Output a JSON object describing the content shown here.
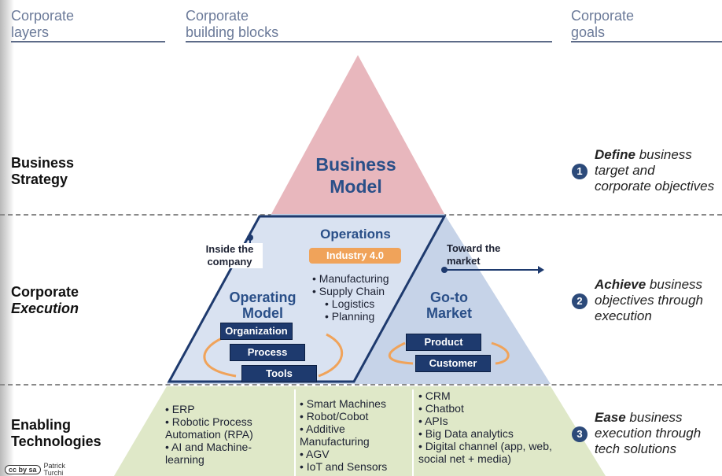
{
  "header": {
    "layers": "Corporate\nlayers",
    "blocks": "Corporate\nbuilding blocks",
    "goals": "Corporate\ngoals"
  },
  "layers": {
    "strategy": [
      "Business",
      "Strategy"
    ],
    "execution": [
      "Corporate",
      "Execution"
    ],
    "enabling": [
      "Enabling",
      "Technologies"
    ]
  },
  "pyramid": {
    "top": "Business\nModel",
    "operations": {
      "title": "Operations",
      "badge": "Industry 4.0",
      "items": [
        "Manufacturing",
        "Supply Chain",
        "Logistics",
        "Planning"
      ]
    },
    "operating_model": {
      "title": "Operating\nModel",
      "boxes": [
        "Organization",
        "Process",
        "Tools"
      ]
    },
    "go_to_market": {
      "title": "Go-to\nMarket",
      "boxes": [
        "Product",
        "Customer"
      ]
    },
    "inside_note": "Inside the\ncompany",
    "toward_note": "Toward the\nmarket"
  },
  "tech": {
    "col1": [
      "ERP",
      "Robotic Process Automation (RPA)",
      "AI and Machine-learning"
    ],
    "col2": [
      "Smart Machines",
      "Robot/Cobot",
      "Additive Manufacturing",
      "AGV",
      "IoT and Sensors"
    ],
    "col3": [
      "CRM",
      "Chatbot",
      "APIs",
      "Big Data analytics",
      "Digital channel (app, web, social net + media)"
    ]
  },
  "goals": {
    "g1": {
      "num": "1",
      "strong": "Define",
      "rest": " business\ntarget and\ncorporate objectives"
    },
    "g2": {
      "num": "2",
      "strong": "Achieve",
      "rest": " business\nobjectives through\nexecution"
    },
    "g3": {
      "num": "3",
      "strong": "Ease",
      "rest": " business\nexecution through\ntech solutions"
    }
  },
  "footer": {
    "license": "cc by sa",
    "author": "Patrick\nTurchi"
  },
  "colors": {
    "pink": "#e8b7bd",
    "blue": "#c6d3e8",
    "green": "#dfe8c8",
    "navy": "#1e3a6e",
    "orange": "#f0a35a"
  }
}
